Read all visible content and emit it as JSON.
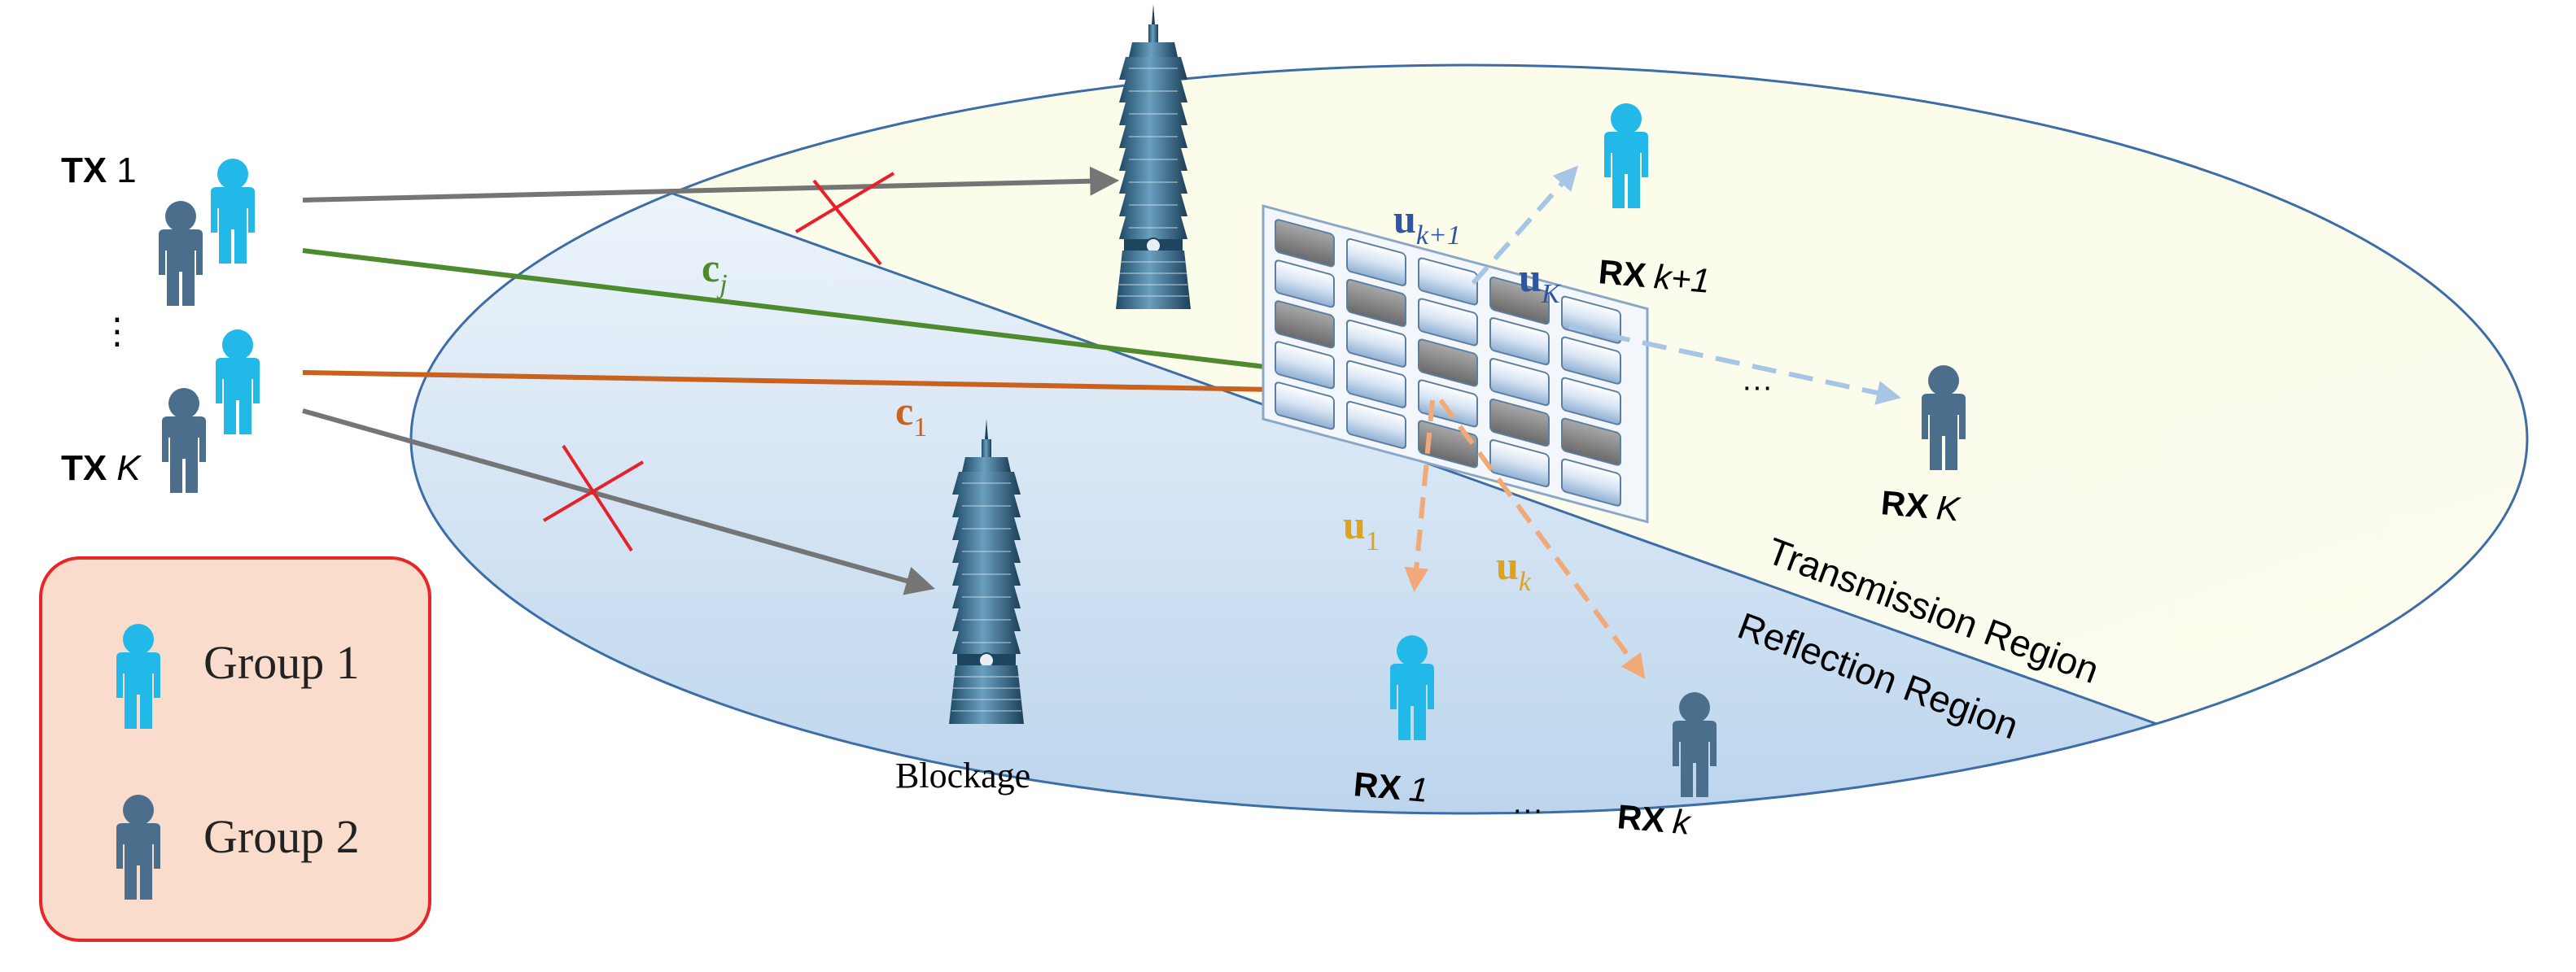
{
  "labels": {
    "tx_first_bold": "TX",
    "tx_first_num": "1",
    "tx_dots": "⋮",
    "tx_last_bold": "TX",
    "tx_last_k": "K",
    "blockage": "Blockage",
    "transmission_region": "Transmission Region",
    "reflection_region": "Reflection Region",
    "rx_1_bold": "RX",
    "rx_1_num": "1",
    "rx_k_bold": "RX",
    "rx_k_var": "k",
    "rx_k1_bold": "RX",
    "rx_k1_var": "k+1",
    "rx_K_bold": "RX",
    "rx_K_var": "K",
    "ellipsis_bottom": "···",
    "ellipsis_right": "···"
  },
  "math": {
    "c_j_base": "c",
    "c_j_sub": "j",
    "c_1_base": "c",
    "c_1_sub": "1",
    "u_1_base": "u",
    "u_1_sub": "1",
    "u_k_base": "u",
    "u_k_sub": "k",
    "u_k1_base": "u",
    "u_k1_sub": "k+1",
    "u_K_base": "u",
    "u_K_sub": "K"
  },
  "legend": {
    "group1": "Group 1",
    "group2": "Group 2"
  },
  "colors": {
    "group1_person": "#22b8e8",
    "group2_person": "#4a6e8c",
    "green_signal": "#4e8a2e",
    "orange_signal": "#c8621e",
    "gray_signal": "#757575",
    "blocked_x": "#e8202a",
    "reflection_arrow": "#f2a978",
    "transmission_arrow": "#a7c6e6",
    "u_reflect_label": "#e0a21a",
    "u_trans_label": "#2e56a4",
    "legend_border": "#e8262a",
    "legend_fill": "#f9dccb"
  }
}
